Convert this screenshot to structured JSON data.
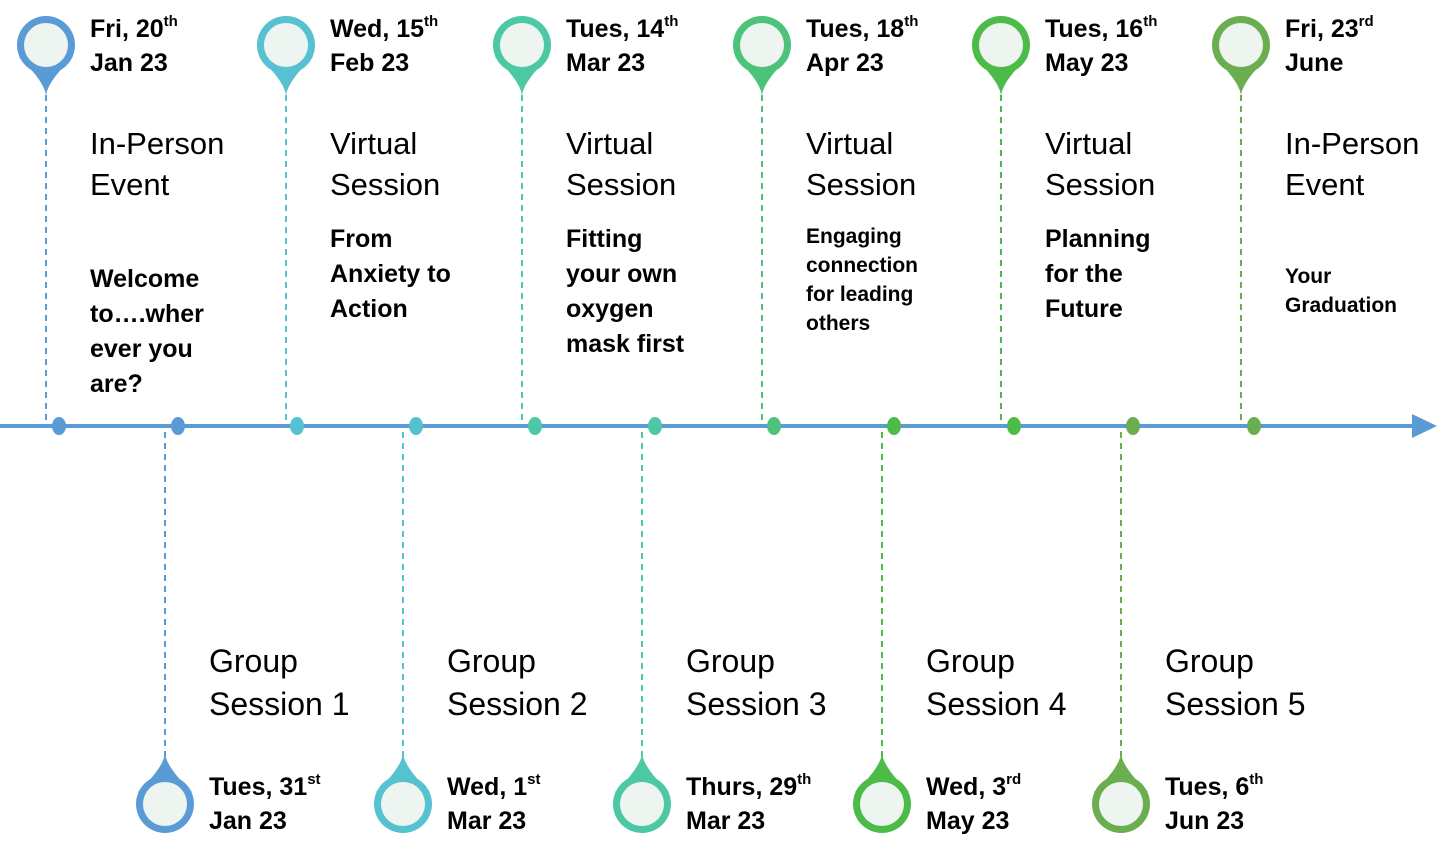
{
  "timeline": {
    "top_events": [
      {
        "date_line1": "Fri, 20",
        "date_sup": "th",
        "date_line2": "Jan 23",
        "type": "In-Person Event",
        "title": "Welcome to….wher ever you are?",
        "color": "#5b9bd5"
      },
      {
        "date_line1": "Wed, 15",
        "date_sup": "th",
        "date_line2": "Feb 23",
        "type": "Virtual Session",
        "title": "From Anxiety to Action",
        "color": "#56c1d0"
      },
      {
        "date_line1": "Tues, 14",
        "date_sup": "th",
        "date_line2": "Mar 23",
        "type": "Virtual Session",
        "title": "Fitting your own oxygen mask first",
        "color": "#4dc8a4"
      },
      {
        "date_line1": "Tues, 18",
        "date_sup": "th",
        "date_line2": "Apr 23",
        "type": "Virtual Session",
        "title": "Engaging connection for leading others",
        "color": "#4cc27a"
      },
      {
        "date_line1": "Tues, 16",
        "date_sup": "th",
        "date_line2": "May 23",
        "type": "Virtual Session",
        "title": "Planning for the Future",
        "color": "#4dbb4a"
      },
      {
        "date_line1": "Fri, 23",
        "date_sup": "rd",
        "date_line2": "June",
        "type": "In-Person Event",
        "title": "Your Graduation",
        "color": "#6aae4f"
      }
    ],
    "bottom_events": [
      {
        "date_line1": "Tues, 31",
        "date_sup": "st",
        "date_line2": "Jan 23",
        "name": "Group Session 1",
        "color": "#5b9bd5"
      },
      {
        "date_line1": "Wed, 1",
        "date_sup": "st",
        "date_line2": "Mar 23",
        "name": "Group Session 2",
        "color": "#56c1d0"
      },
      {
        "date_line1": "Thurs, 29",
        "date_sup": "th",
        "date_line2": "Mar 23",
        "name": "Group Session 3",
        "color": "#4dc8a4"
      },
      {
        "date_line1": "Wed, 3",
        "date_sup": "rd",
        "date_line2": "May 23",
        "name": "Group Session 4",
        "color": "#4dbb4a"
      },
      {
        "date_line1": "Tues, 6",
        "date_sup": "th",
        "date_line2": "Jun 23",
        "name": "Group Session 5",
        "color": "#6aae4f"
      }
    ],
    "axis_color": "#5b9bd5",
    "pin_fill": "#eef4f0"
  }
}
